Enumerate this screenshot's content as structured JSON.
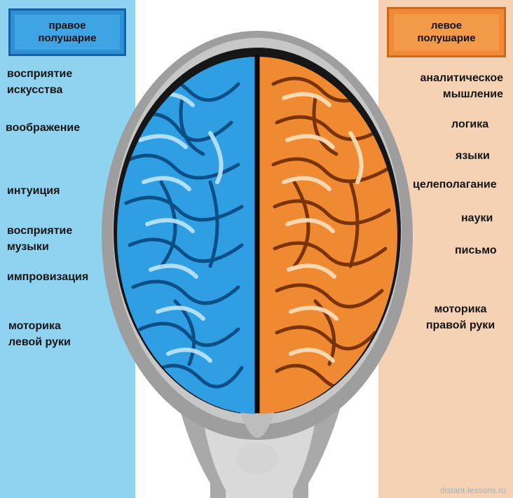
{
  "right_hemisphere": {
    "title": "правое\nполушарие",
    "functions": [
      "восприятие\nискусства",
      "воображение",
      "интуиция",
      "восприятие\nмузыки",
      "импровизация",
      "моторика\nлевой руки"
    ]
  },
  "left_hemisphere": {
    "title": "левое\nполушарие",
    "functions": [
      "аналитическое\nмышление",
      "логика",
      "языки",
      "целеполагание",
      "науки",
      "письмо",
      "моторика\nправой руки"
    ]
  },
  "watermark": "distant-lessons.ru",
  "colors": {
    "right_panel_bg": "#8fd3f1",
    "left_panel_bg": "#f6d2b4",
    "right_brain": "#2f9ee2",
    "left_brain": "#f08a32",
    "head": "#b9b9b9"
  }
}
